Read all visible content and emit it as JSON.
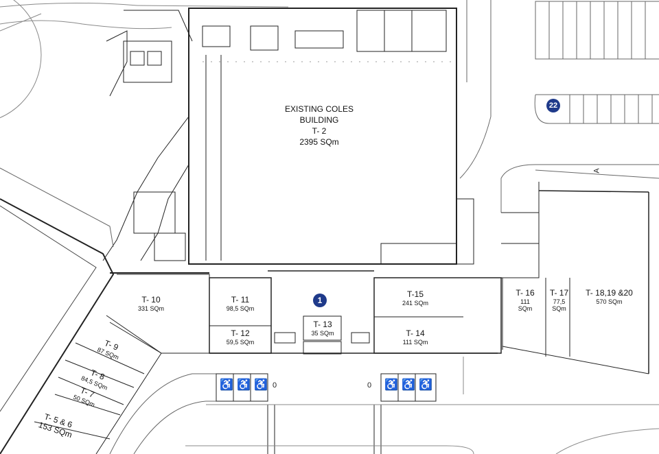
{
  "markers": [
    {
      "label": "1"
    },
    {
      "label": "22"
    }
  ],
  "building": {
    "line1": "EXISTING COLES",
    "line2": "BUILDING",
    "code": "T- 2",
    "area": "2395 SQm"
  },
  "tenancies": [
    {
      "code": "T- 10",
      "area": "331 SQm"
    },
    {
      "code": "T- 11",
      "area": "98,5 SQm"
    },
    {
      "code": "T- 12",
      "area": "59,5 SQm"
    },
    {
      "code": "T- 13",
      "area": "35 SQm"
    },
    {
      "code": "T-15",
      "area": "241 SQm"
    },
    {
      "code": "T- 14",
      "area": "111 SQm"
    },
    {
      "code": "T- 16",
      "area": "111",
      "unit": "SQm"
    },
    {
      "code": "T- 17",
      "area": "77,5",
      "unit": "SQm"
    },
    {
      "code": "T- 18,19 &20",
      "area": "570 SQm"
    },
    {
      "code": "T- 9",
      "area": "87 SQm"
    },
    {
      "code": "T- 8",
      "area": "84,5 SQm"
    },
    {
      "code": "T- 7",
      "area": "50 SQm"
    },
    {
      "code": "T- 5 & 6",
      "area": "153 SQm"
    }
  ],
  "misc": {
    "zero_a": "0",
    "zero_b": "0",
    "road_letter": "A"
  }
}
